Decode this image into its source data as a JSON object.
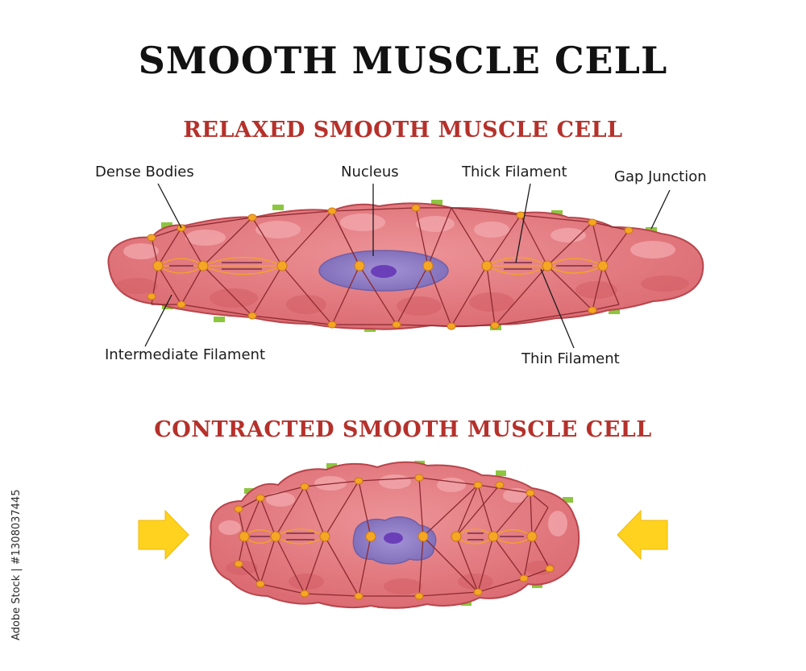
{
  "title": "SMOOTH MUSCLE CELL",
  "relaxed_heading": "RELAXED SMOOTH MUSCLE CELL",
  "contracted_heading": "CONTRACTED SMOOTH MUSCLE CELL",
  "labels": {
    "dense_bodies": "Dense Bodies",
    "nucleus": "Nucleus",
    "thick_filament": "Thick Filament",
    "gap_junction": "Gap Junction",
    "intermediate_filament": "Intermediate Filament",
    "thin_filament": "Thin Filament"
  },
  "watermark": "Adobe Stock | #1308037445",
  "colors": {
    "cell_body": "#e0767c",
    "cell_outline": "#b8454c",
    "cell_highlight": "#f2a6aa",
    "nucleus_outer": "#8c7cc0",
    "nucleus_inner": "#6a3fb8",
    "dense_body": "#f5a623",
    "gap_junction": "#8cc63f",
    "arrow": "#ffd21f",
    "title": "#121212",
    "heading": "#b5312b"
  }
}
